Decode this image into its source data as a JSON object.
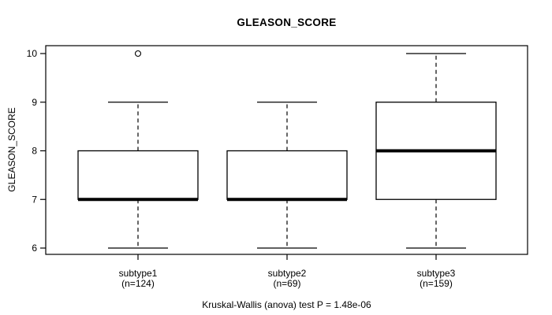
{
  "chart_data": {
    "type": "boxplot",
    "title": "GLEASON_SCORE",
    "ylabel": "GLEASON_SCORE",
    "xlabel": "",
    "caption": "Kruskal-Wallis (anova) test P = 1.48e-06",
    "y_ticks": [
      6,
      7,
      8,
      9,
      10
    ],
    "ylim": [
      5.85,
      10.15
    ],
    "grid": false,
    "legend": "none",
    "categories": [
      "subtype1",
      "subtype2",
      "subtype3"
    ],
    "category_sublabels": [
      "(n=124)",
      "(n=69)",
      "(n=159)"
    ],
    "series": [
      {
        "name": "subtype1",
        "n": 124,
        "whisker_low": 6,
        "q1": 7,
        "median": 7,
        "q3": 8,
        "whisker_high": 9,
        "outliers": [
          10
        ]
      },
      {
        "name": "subtype2",
        "n": 69,
        "whisker_low": 6,
        "q1": 7,
        "median": 7,
        "q3": 8,
        "whisker_high": 9,
        "outliers": []
      },
      {
        "name": "subtype3",
        "n": 159,
        "whisker_low": 6,
        "q1": 7,
        "median": 8,
        "q3": 9,
        "whisker_high": 10,
        "outliers": []
      }
    ],
    "colors": {
      "line": "#000000",
      "box_fill": "#ffffff",
      "background": "#ffffff"
    }
  }
}
